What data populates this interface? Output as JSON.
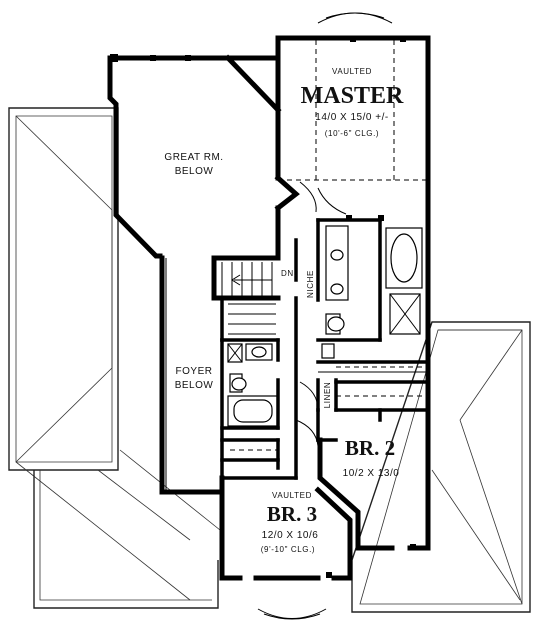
{
  "rooms": {
    "master": {
      "note": "VAULTED",
      "name": "MASTER",
      "size": "14/0 X 15/0 +/-",
      "ceiling": "(10'-6\" CLG.)"
    },
    "great_room": {
      "line1": "GREAT RM.",
      "line2": "BELOW"
    },
    "foyer": {
      "line1": "FOYER",
      "line2": "BELOW"
    },
    "br2": {
      "name": "BR. 2",
      "size": "10/2 X 13/0"
    },
    "br3": {
      "note": "VAULTED",
      "name": "BR. 3",
      "size": "12/0 X 10/6",
      "ceiling": "(9'-10\" CLG.)"
    }
  },
  "labels": {
    "stair_down": "DN.",
    "niche": "NICHE",
    "linen": "LINEN"
  }
}
